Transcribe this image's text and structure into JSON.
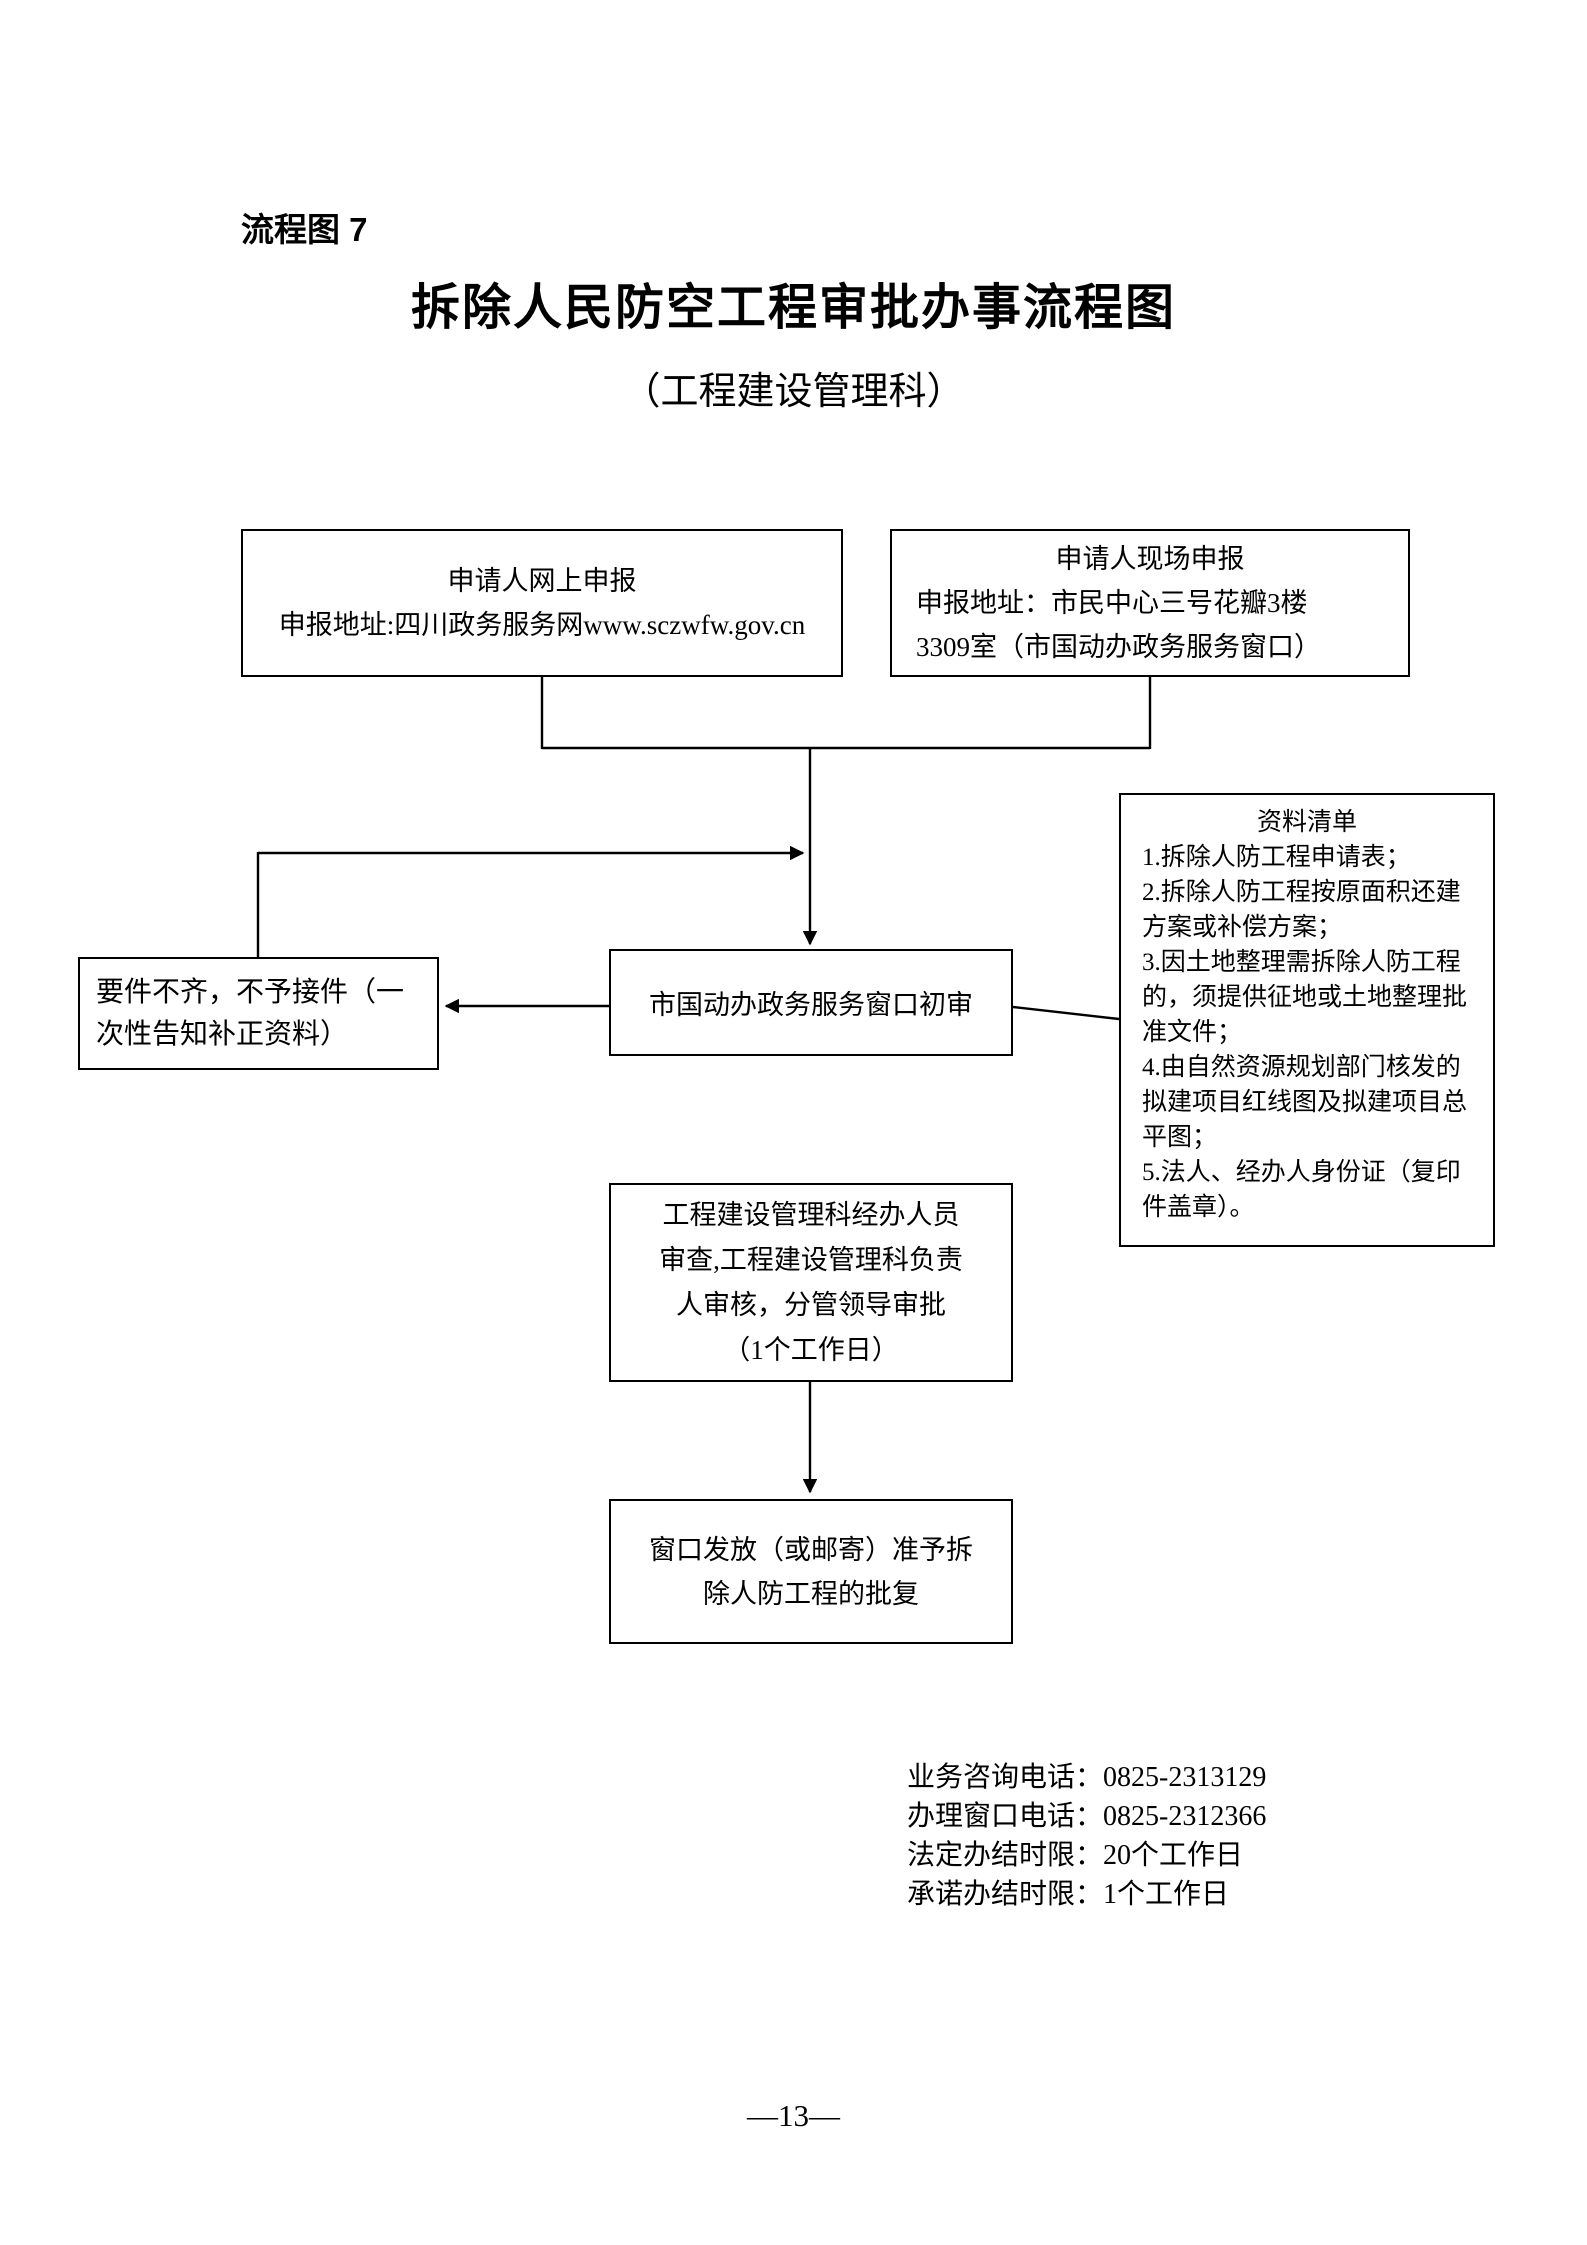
{
  "page": {
    "label": "流程图 7",
    "title": "拆除人民防空工程审批办事流程图",
    "subtitle": "（工程建设管理科）",
    "page_number": "—13—"
  },
  "flowchart": {
    "online_apply": {
      "lines": [
        "申请人网上申报",
        "申报地址:四川政务服务网www.sczwfw.gov.cn"
      ]
    },
    "onsite_apply": {
      "lines": [
        "申请人现场申报",
        "申报地址：市民中心三号花瓣3楼",
        "3309室（市国动办政务服务窗口）"
      ]
    },
    "reject": {
      "lines": [
        "要件不齐，不予接件（一",
        "次性告知补正资料）"
      ]
    },
    "initial_review": {
      "lines": [
        "市国动办政务服务窗口初审"
      ]
    },
    "materials_list": {
      "title": "资料清单",
      "items": [
        "1.拆除人防工程申请表；",
        "2.拆除人防工程按原面积还建方案或补偿方案；",
        "3.因土地整理需拆除人防工程的，须提供征地或土地整理批准文件；",
        "4.由自然资源规划部门核发的拟建项目红线图及拟建项目总平图；",
        "5.法人、经办人身份证（复印件盖章）。"
      ]
    },
    "dept_review": {
      "lines": [
        "工程建设管理科经办人员",
        "审查,工程建设管理科负责",
        "人审核，分管领导审批",
        "（1个工作日）"
      ]
    },
    "issue_approval": {
      "lines": [
        "窗口发放（或邮寄）准予拆",
        "除人防工程的批复"
      ]
    }
  },
  "footer": {
    "lines": [
      "业务咨询电话：0825-2313129",
      "办理窗口电话：0825-2312366",
      "法定办结时限：20个工作日",
      "承诺办结时限：1个工作日"
    ]
  }
}
